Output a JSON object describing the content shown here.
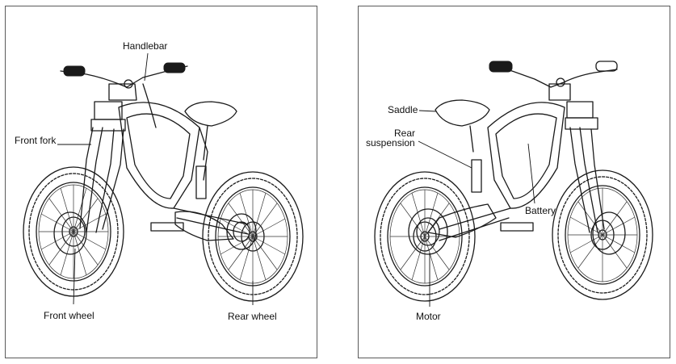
{
  "left_panel": {
    "labels": {
      "handlebar": "Handlebar",
      "front_fork": "Front fork",
      "front_wheel": "Front wheel",
      "rear_wheel": "Rear wheel"
    }
  },
  "right_panel": {
    "labels": {
      "saddle": "Saddle",
      "rear_suspension_line1": "Rear",
      "rear_suspension_line2": "suspension",
      "battery": "Battery",
      "motor": "Motor"
    }
  },
  "colors": {
    "ink": "#1a1a1a",
    "frame": "#5a5a5a",
    "background": "#ffffff"
  }
}
